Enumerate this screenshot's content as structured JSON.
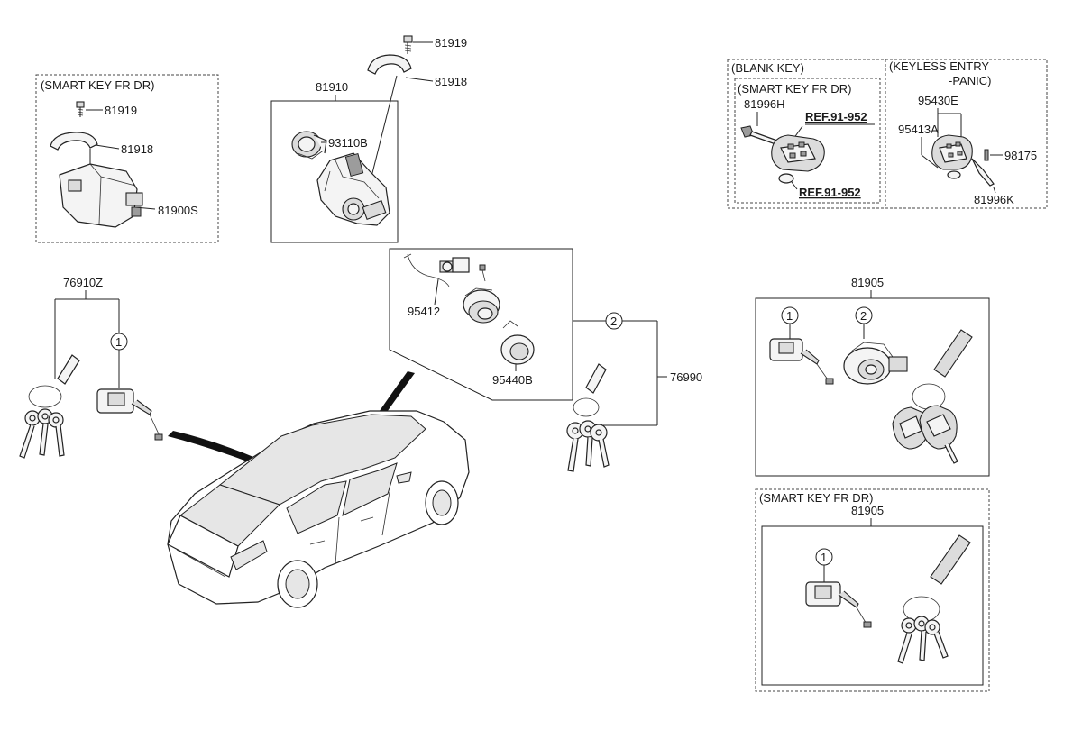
{
  "diagram": {
    "groups": {
      "smart_key_left": "(SMART KEY FR DR)",
      "blank_key": "(BLANK KEY)",
      "blank_key_smart": "(SMART KEY FR DR)",
      "keyless_line1": "(KEYLESS ENTRY",
      "keyless_line2": "-PANIC)",
      "smart_key_bottom": "(SMART KEY FR DR)"
    },
    "parts": {
      "p81919_top": "81919",
      "p81918_top": "81918",
      "p81910": "81910",
      "p93110B": "93110B",
      "p81919_left": "81919",
      "p81918_left": "81918",
      "p81900S": "81900S",
      "p76910Z": "76910Z",
      "p95412": "95412",
      "p95440B": "95440B",
      "p76990": "76990",
      "p81996H": "81996H",
      "ref1": "REF.91-952",
      "ref2": "REF.91-952",
      "p95430E": "95430E",
      "p95413A": "95413A",
      "p98175": "98175",
      "p81996K": "81996K",
      "p81905_mid": "81905",
      "p81905_bot": "81905"
    },
    "callouts": {
      "c1_left": "1",
      "c2_mid": "2",
      "c1_kit": "1",
      "c2_kit": "2",
      "c1_bottom": "1"
    }
  }
}
